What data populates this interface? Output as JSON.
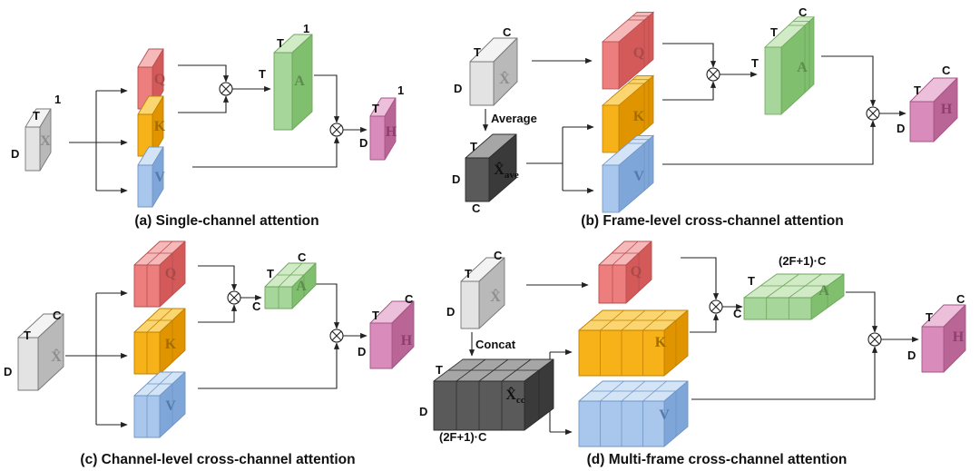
{
  "colors": {
    "gray": {
      "front": "#e3e3e3",
      "top": "#f3f3f3",
      "side": "#b9b9b9",
      "stroke": "#777777",
      "text": "#8d8d8d"
    },
    "dark": {
      "front": "#5a5a5a",
      "top": "#a6a6a6",
      "side": "#3a3a3a",
      "stroke": "#2c2c2c",
      "text": "#111111"
    },
    "red": {
      "front": "#ec7e7e",
      "top": "#f6b9b9",
      "side": "#d45a5a",
      "stroke": "#b84e4e",
      "text": "#a64a4a"
    },
    "orange": {
      "front": "#f7b21a",
      "top": "#fbd570",
      "side": "#e09400",
      "stroke": "#c08000",
      "text": "#a26c00"
    },
    "blue": {
      "front": "#a9c7ec",
      "top": "#d4e4f7",
      "side": "#7fa6d8",
      "stroke": "#6f95c4",
      "text": "#5479aa"
    },
    "green": {
      "front": "#a7d69a",
      "top": "#d1ebc7",
      "side": "#7fbf6e",
      "stroke": "#6ea65d",
      "text": "#5b8c4c"
    },
    "pink": {
      "front": "#d98cbb",
      "top": "#ecbfdb",
      "side": "#b96596",
      "stroke": "#a45585",
      "text": "#8f3e6e"
    }
  },
  "panels": [
    {
      "id": "a",
      "caption": "(a) Single-channel attention",
      "x_tensor": {
        "label": "X",
        "dims": [
          "T",
          "1",
          "D"
        ]
      },
      "q_label": "Q",
      "k_label": "K",
      "v_label": "V",
      "a_tensor": {
        "label": "A",
        "dims": [
          "T",
          "1",
          "T"
        ]
      },
      "h_tensor": {
        "label": "H",
        "dims": [
          "T",
          "1",
          "D"
        ]
      }
    },
    {
      "id": "b",
      "caption": "(b) Frame-level cross-channel attention",
      "x_tensor": {
        "label": "X̂",
        "dims": [
          "T",
          "C",
          "D"
        ]
      },
      "step_label": "Average",
      "xave_tensor": {
        "label": "X̂",
        "subscript": "ave",
        "dims": [
          "T",
          "D",
          "C"
        ]
      },
      "q_label": "Q",
      "k_label": "K",
      "v_label": "V",
      "a_tensor": {
        "label": "A",
        "dims": [
          "T",
          "C",
          "T"
        ]
      },
      "h_tensor": {
        "label": "H",
        "dims": [
          "T",
          "C",
          "D"
        ]
      }
    },
    {
      "id": "c",
      "caption": "(c) Channel-level cross-channel attention",
      "x_tensor": {
        "label": "X̂",
        "dims": [
          "T",
          "C",
          "D"
        ]
      },
      "q_label": "Q",
      "k_label": "K",
      "v_label": "V",
      "a_tensor": {
        "label": "A",
        "dims": [
          "T",
          "C",
          "C"
        ]
      },
      "h_tensor": {
        "label": "H",
        "dims": [
          "T",
          "C",
          "D"
        ]
      }
    },
    {
      "id": "d",
      "caption": "(d) Multi-frame cross-channel attention",
      "x_tensor": {
        "label": "X̂",
        "dims": [
          "T",
          "C",
          "D"
        ]
      },
      "step_label": "Concat",
      "xcc_tensor": {
        "label": "X̂",
        "subscript": "cc",
        "dims": [
          "T",
          "D",
          "(2F+1)·C"
        ]
      },
      "q_label": "Q",
      "k_label": "K",
      "v_label": "V",
      "a_tensor": {
        "label": "A",
        "dims": [
          "T",
          "(2F+1)·C",
          "C"
        ]
      },
      "h_tensor": {
        "label": "H",
        "dims": [
          "T",
          "C",
          "D"
        ]
      }
    }
  ],
  "operator_symbol": "⊗"
}
